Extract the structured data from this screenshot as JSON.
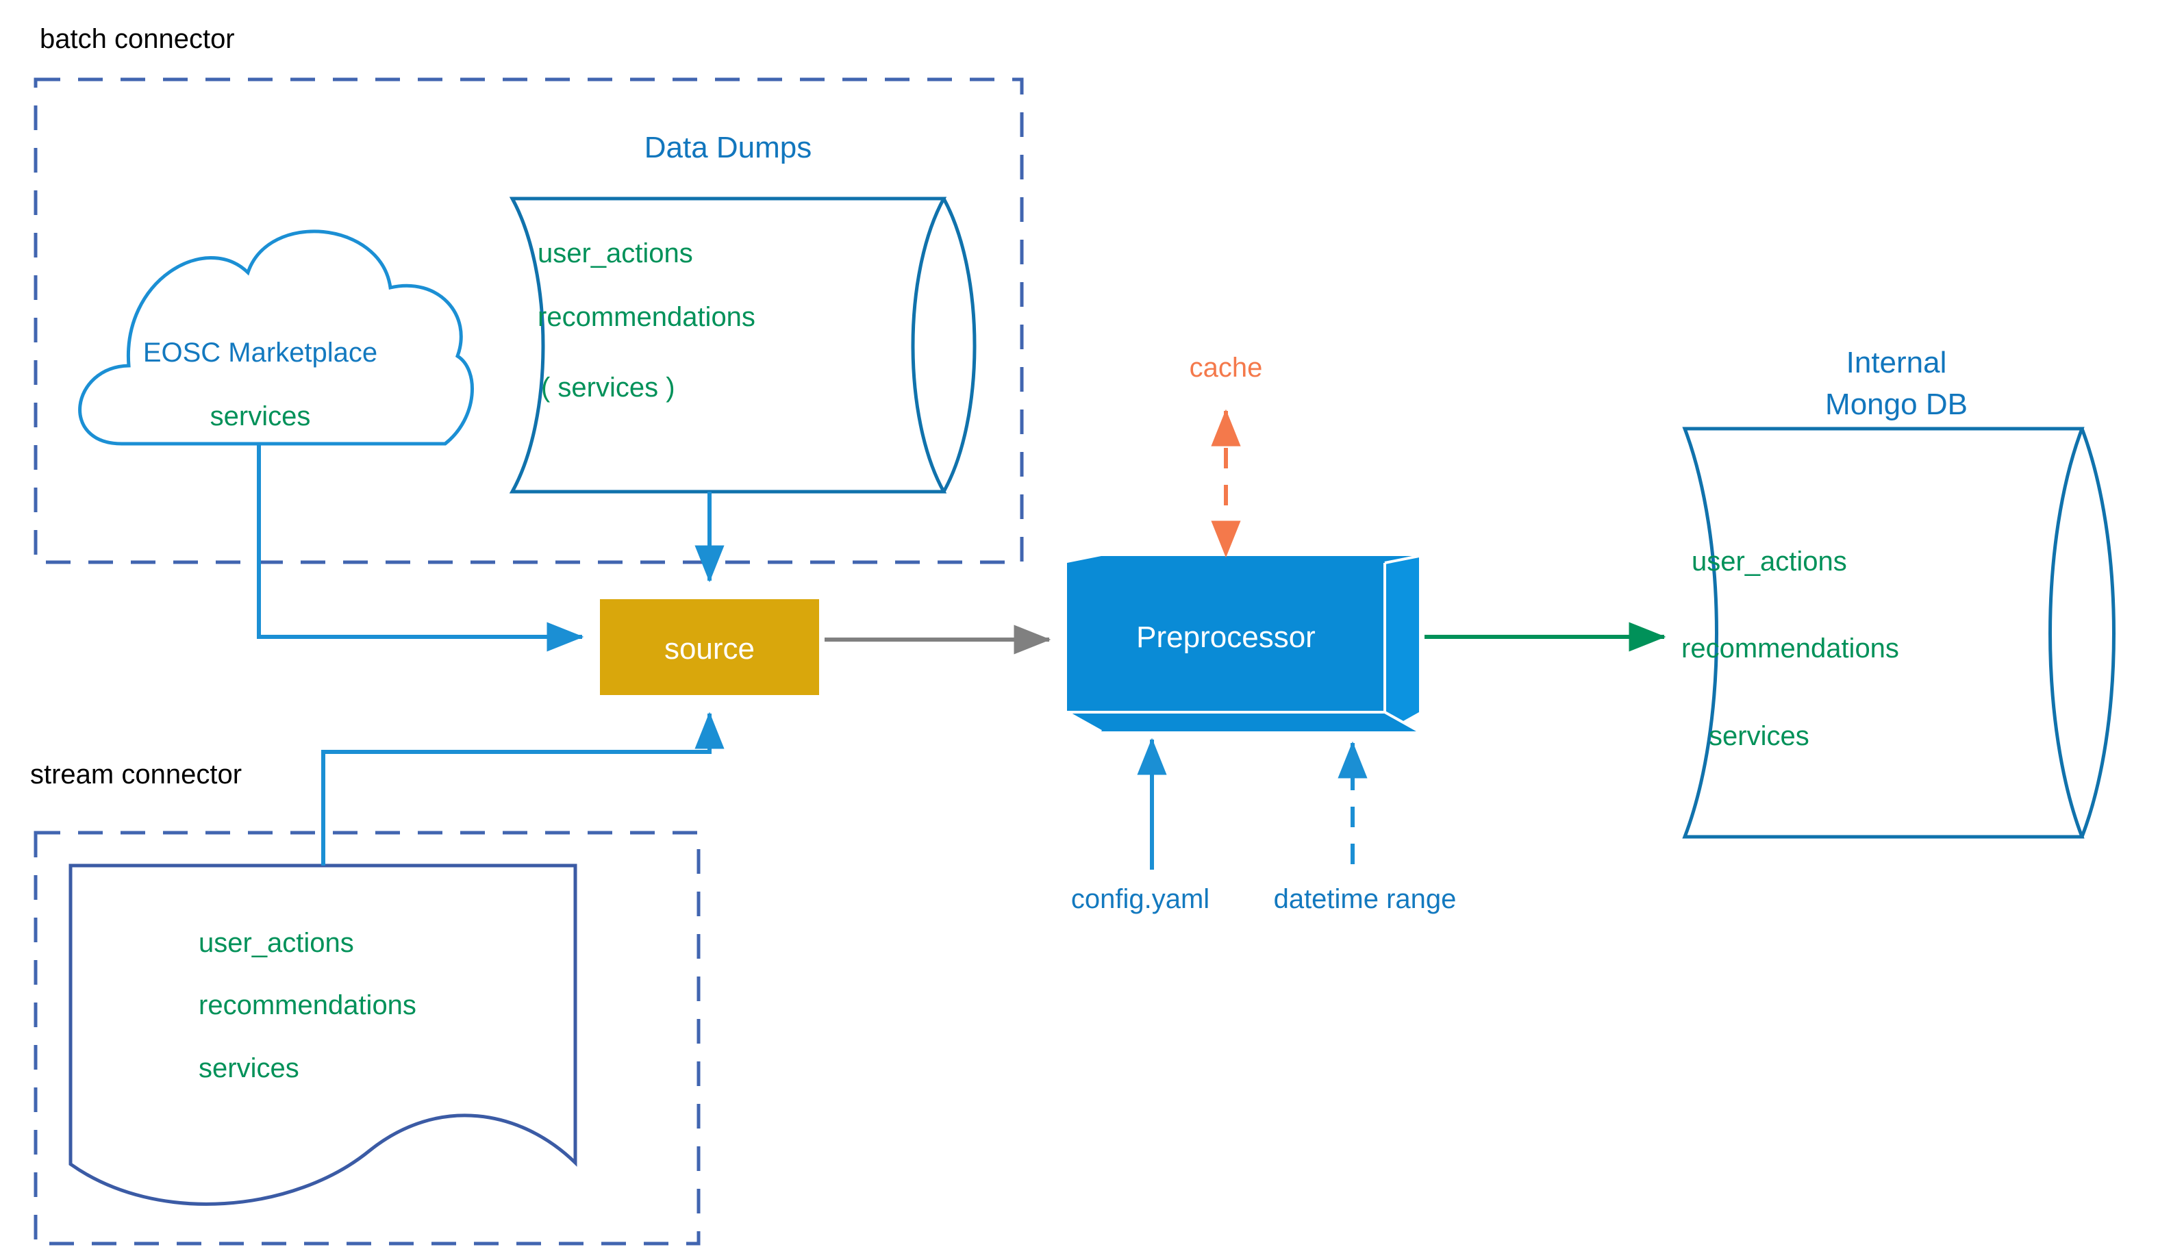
{
  "diagram": {
    "title": "Data ingestion pipeline diagram",
    "colors": {
      "dashed_group": "#4165B0",
      "cloud_stroke": "#1B8FD4",
      "cylinder_stroke": "#1072AC",
      "document_stroke": "#3B5BA5",
      "source_fill": "#D9A70C",
      "preprocessor_fill": "#0A8BD6",
      "preprocessor_side": "#0C93E0",
      "arrow_blue": "#1B8FD4",
      "arrow_gray": "#808080",
      "arrow_green": "#009159",
      "arrow_orange": "#F4794B",
      "text_green": "#009159",
      "text_blue": "#1379BF",
      "text_black": "#000000",
      "text_white": "#FFFFFF"
    },
    "groups": [
      {
        "id": "batch",
        "label": "batch connector"
      },
      {
        "id": "stream",
        "label": "stream connector"
      }
    ],
    "cloud": {
      "name": "EOSC Marketplace",
      "collections": [
        "services"
      ]
    },
    "data_dumps": {
      "title": "Data Dumps",
      "collections": [
        "user_actions",
        "recommendations",
        "( services )"
      ]
    },
    "stream_document": {
      "collections": [
        "user_actions",
        "recommendations",
        "services"
      ]
    },
    "source_node": {
      "label": "source"
    },
    "preprocessor_node": {
      "label": "Preprocessor"
    },
    "mongo_db": {
      "title_line1": "Internal",
      "title_line2": "Mongo DB",
      "collections": [
        "user_actions",
        "recommendations",
        "services"
      ]
    },
    "annotations": {
      "cache": "cache",
      "config": "config.yaml",
      "datetime": "datetime range"
    }
  }
}
